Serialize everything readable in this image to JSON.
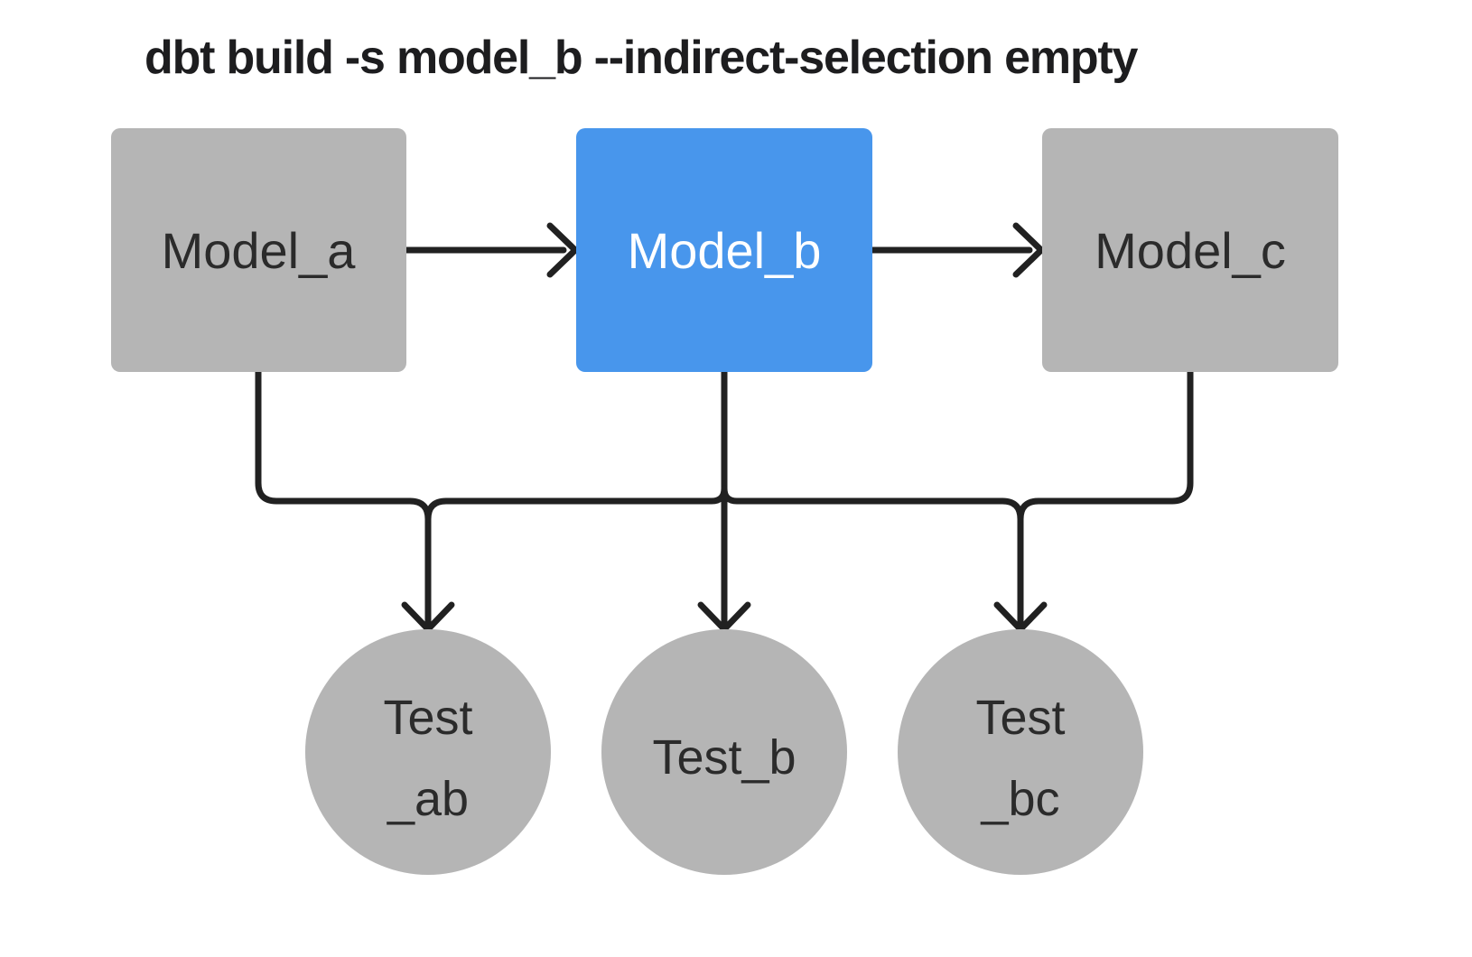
{
  "title": "dbt build -s model_b --indirect-selection empty",
  "colors": {
    "background": "#ffffff",
    "node_fill": "#b5b5b5",
    "selected_fill": "#4896ec",
    "selected_text": "#ffffff",
    "node_text": "#2b2b2b",
    "line": "#212121",
    "title_text": "#1d1d1f"
  },
  "nodes": {
    "models": [
      {
        "label": "Model_a",
        "selected": false
      },
      {
        "label": "Model_b",
        "selected": true
      },
      {
        "label": "Model_c",
        "selected": false
      }
    ],
    "tests": [
      {
        "lines": [
          "Test",
          "_ab"
        ]
      },
      {
        "lines": [
          "Test_b"
        ]
      },
      {
        "lines": [
          "Test",
          "_bc"
        ]
      }
    ]
  },
  "edges": [
    "model_a -> model_b",
    "model_b -> model_c",
    "model_a -> test_ab",
    "model_b -> test_ab",
    "model_b -> test_b",
    "model_b -> test_bc",
    "model_c -> test_bc"
  ]
}
